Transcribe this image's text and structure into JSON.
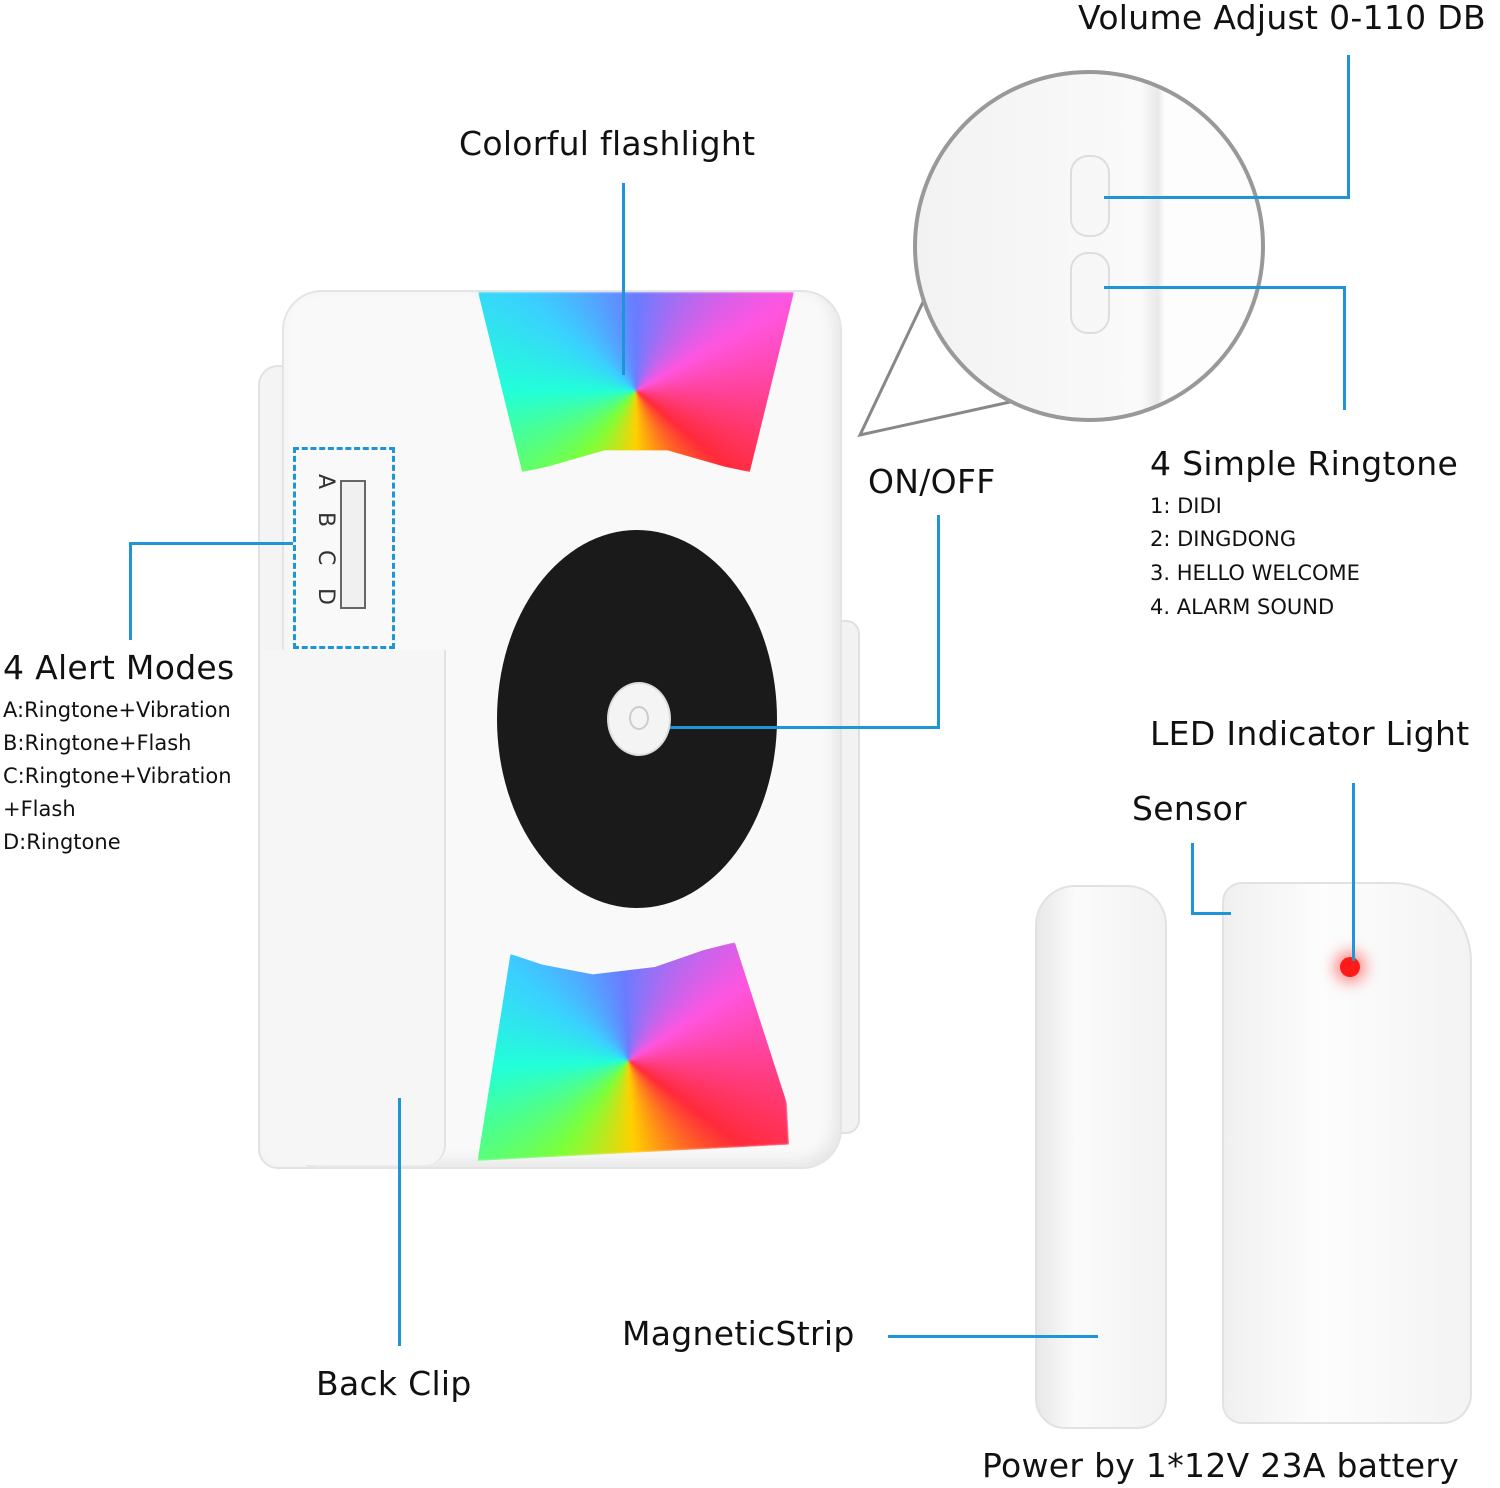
{
  "labels": {
    "volume": "Volume Adjust 0-110 DB",
    "flashlight": "Colorful flashlight",
    "onoff": "ON/OFF",
    "ringtone_title": "4 Simple Ringtone",
    "led": "LED Indicator Light",
    "sensor": "Sensor",
    "alert_title": "4 Alert Modes",
    "back_clip": "Back Clip",
    "magnetic": "MagneticStrip",
    "power": "Power by 1*12V 23A battery"
  },
  "ringtones": [
    "1:  DIDI",
    "2: DINGDONG",
    "3. HELLO WELCOME",
    "4. ALARM SOUND"
  ],
  "alert_modes": [
    "A:Ringtone+Vibration",
    "B:Ringtone+Flash",
    "C:Ringtone+Vibration",
    "+Flash",
    "D:Ringtone"
  ],
  "switch_letters": [
    "A",
    "B",
    "C",
    "D"
  ],
  "colors": {
    "callout": "#1e95d6",
    "led": "#ff1a1a"
  }
}
